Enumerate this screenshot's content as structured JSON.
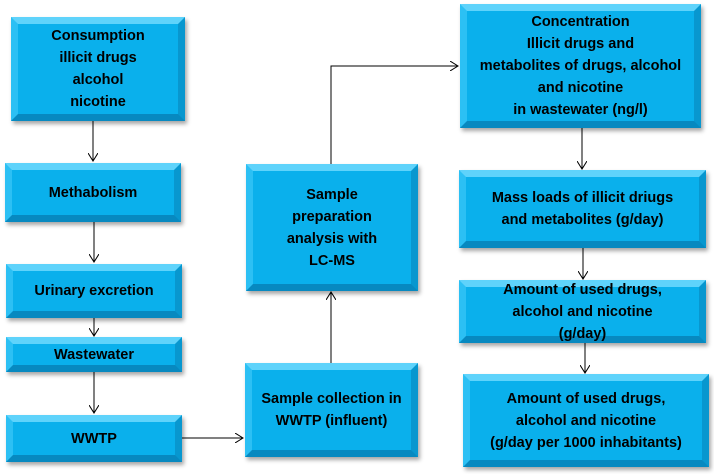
{
  "boxes": {
    "consumption": "Consumption\nillicit drugs\nalcohol\nnicotine",
    "metabolism": "Methabolism",
    "urinary": "Urinary excretion",
    "wastewater": "Wastewater",
    "wwtp": "WWTP",
    "sample_collection": "Sample collection in\nWWTP (influent)",
    "sample_preparation": "Sample\npreparation\nanalysis with\nLC-MS",
    "concentration": "Concentration\nIllicit drugs and\nmetabolites of drugs, alcohol\nand nicotine\nin wastewater (ng/l)",
    "mass_loads": "Mass loads of illicit driugs\nand metabolites (g/day)",
    "amount_day": "Amount of used drugs,\nalcohol and nicotine\n(g/day)",
    "amount_per_1000": "Amount of used drugs,\nalcohol and nicotine\n(g/day per 1000 inhabitants)"
  }
}
